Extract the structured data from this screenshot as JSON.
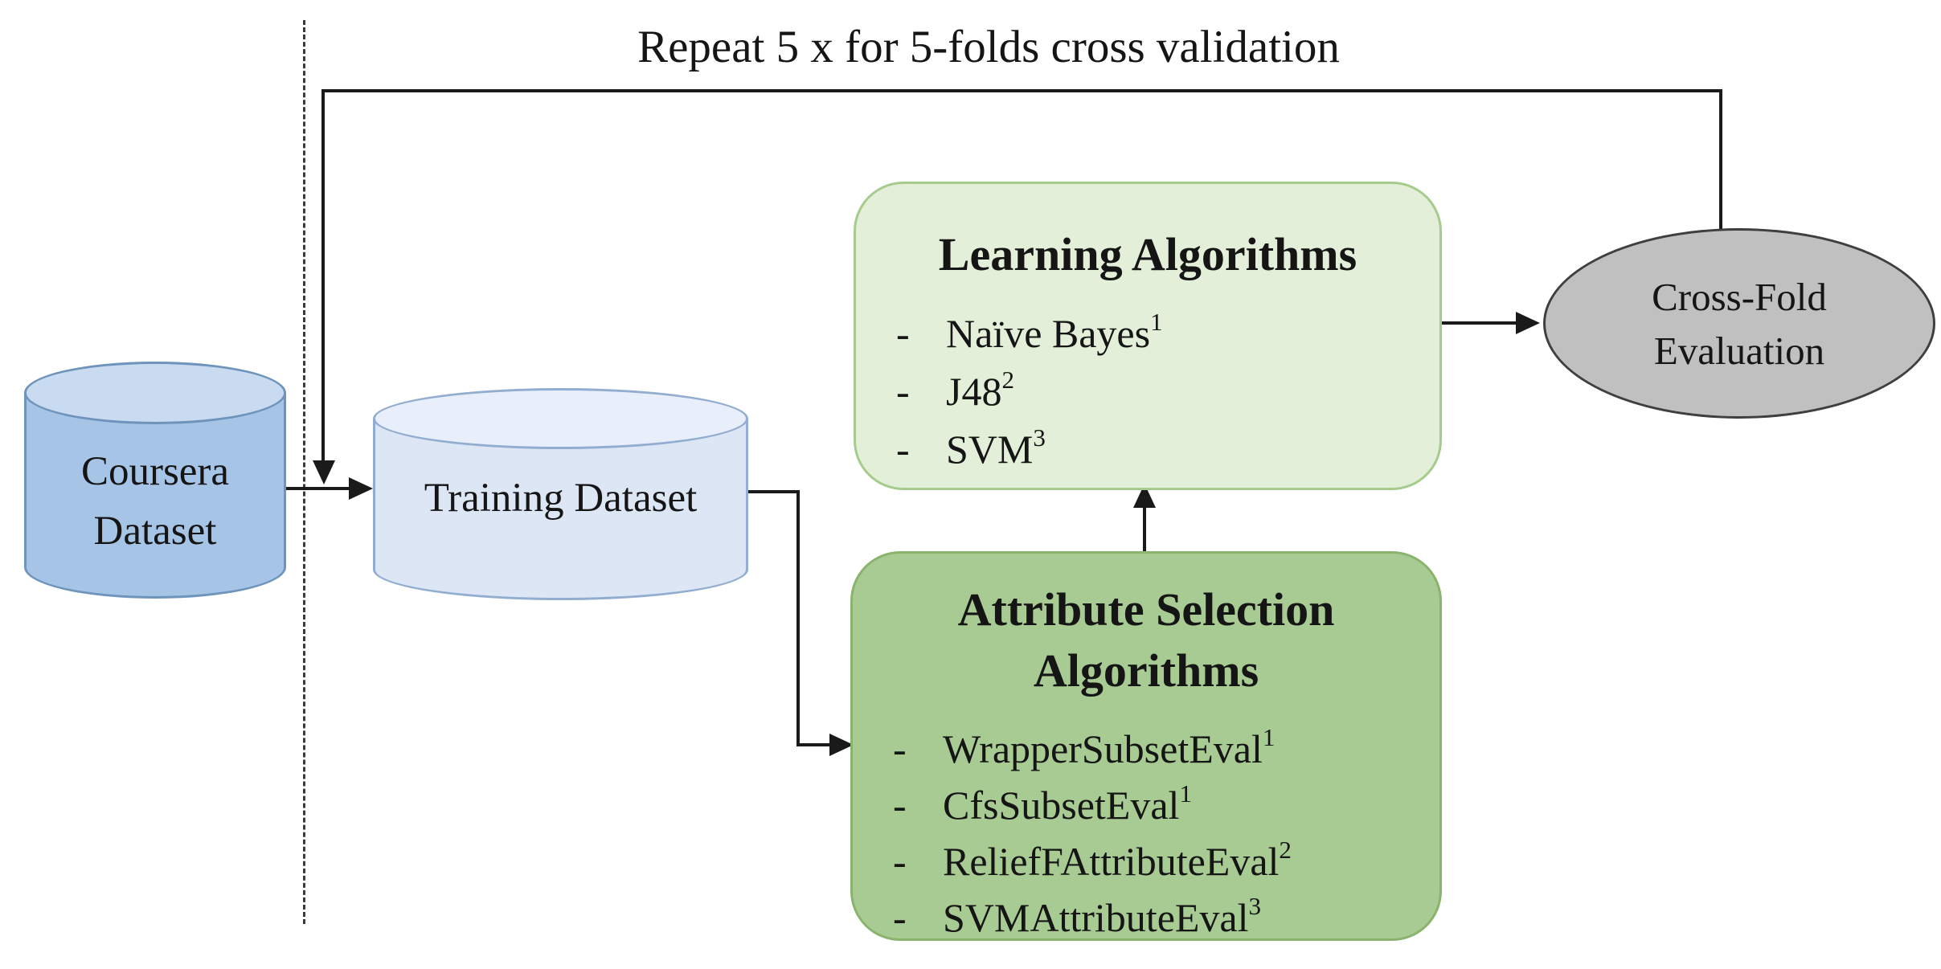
{
  "diagram": {
    "loop": {
      "label": "Repeat 5 x for 5-folds cross validation"
    },
    "bullet": "-",
    "nodes": {
      "coursera": {
        "type": "database",
        "label": "Coursera Dataset"
      },
      "training": {
        "type": "database",
        "label": "Training Dataset"
      },
      "learning": {
        "type": "process-box",
        "title": "Learning Algorithms",
        "items": [
          {
            "text": "Naïve Bayes",
            "sup": "1"
          },
          {
            "text": "J48",
            "sup": "2"
          },
          {
            "text": "SVM",
            "sup": "3"
          }
        ]
      },
      "attribute": {
        "type": "process-box",
        "title": "Attribute Selection Algorithms",
        "items": [
          {
            "text": "WrapperSubsetEval",
            "sup": "1"
          },
          {
            "text": "CfsSubsetEval",
            "sup": "1"
          },
          {
            "text": "ReliefFAttributeEval",
            "sup": "2"
          },
          {
            "text": "SVMAttributeEval",
            "sup": "3"
          }
        ]
      },
      "evaluation": {
        "type": "ellipse",
        "label": "Cross-Fold Evaluation"
      }
    }
  },
  "colors": {
    "text_color": "#151515",
    "line_color": "#1a1a1a",
    "dash_color": "#3a3a3a",
    "coursera_top": "#c9dbf0",
    "coursera_body": "#a6c4e6",
    "coursera_border": "#6f94bb",
    "training_top": "#e9effa",
    "training_body": "#dce6f4",
    "training_border": "#92add0",
    "learning_fill": "#e3efd8",
    "learning_border": "#a6cc8d",
    "attribute_fill": "#a7cb92",
    "attribute_border": "#8ab46e",
    "ellipse_fill": "#c1c0c0",
    "ellipse_border": "#3f3f3f"
  }
}
